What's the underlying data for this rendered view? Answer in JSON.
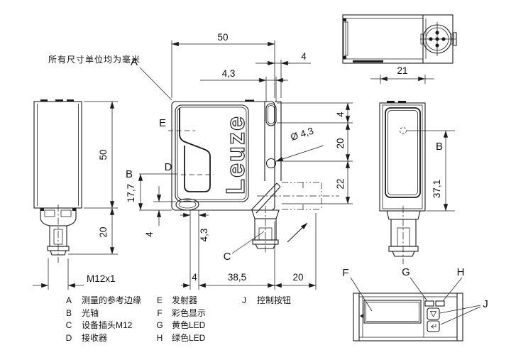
{
  "note": "所有尺寸单位均为毫米",
  "brand": "Leuze",
  "callouts": {
    "a": "A",
    "b": "B",
    "c": "C",
    "d": "D",
    "e": "E",
    "f": "F",
    "g": "G",
    "h": "H",
    "j": "J"
  },
  "dims": {
    "front_width": "50",
    "plate_offset": "4",
    "slot_width": "4,3",
    "hole_dia": "Ø 4,3",
    "right_top": "4",
    "right_mid": "20",
    "right_bottom": "22",
    "height": "50",
    "connector_length": "20",
    "thread": "M12x1",
    "axis_height": "17,7",
    "slot_edge": "4",
    "front_slot": "4,3",
    "bottom_offset": "4",
    "bottom_span": "38,5",
    "bottom_connector": "20",
    "top_width": "21",
    "axis_depth": "37,1"
  },
  "legend": {
    "col1": [
      {
        "k": "A",
        "t": "测量的参考边缘"
      },
      {
        "k": "B",
        "t": "光轴"
      },
      {
        "k": "C",
        "t": "设备插头M12"
      },
      {
        "k": "D",
        "t": "接收器"
      }
    ],
    "col2": [
      {
        "k": "E",
        "t": "发射器"
      },
      {
        "k": "F",
        "t": "彩色显示"
      },
      {
        "k": "G",
        "t": "黄色LED"
      },
      {
        "k": "H",
        "t": "绿色LED"
      }
    ],
    "col3": [
      {
        "k": "J",
        "t": "控制按钮"
      }
    ]
  }
}
